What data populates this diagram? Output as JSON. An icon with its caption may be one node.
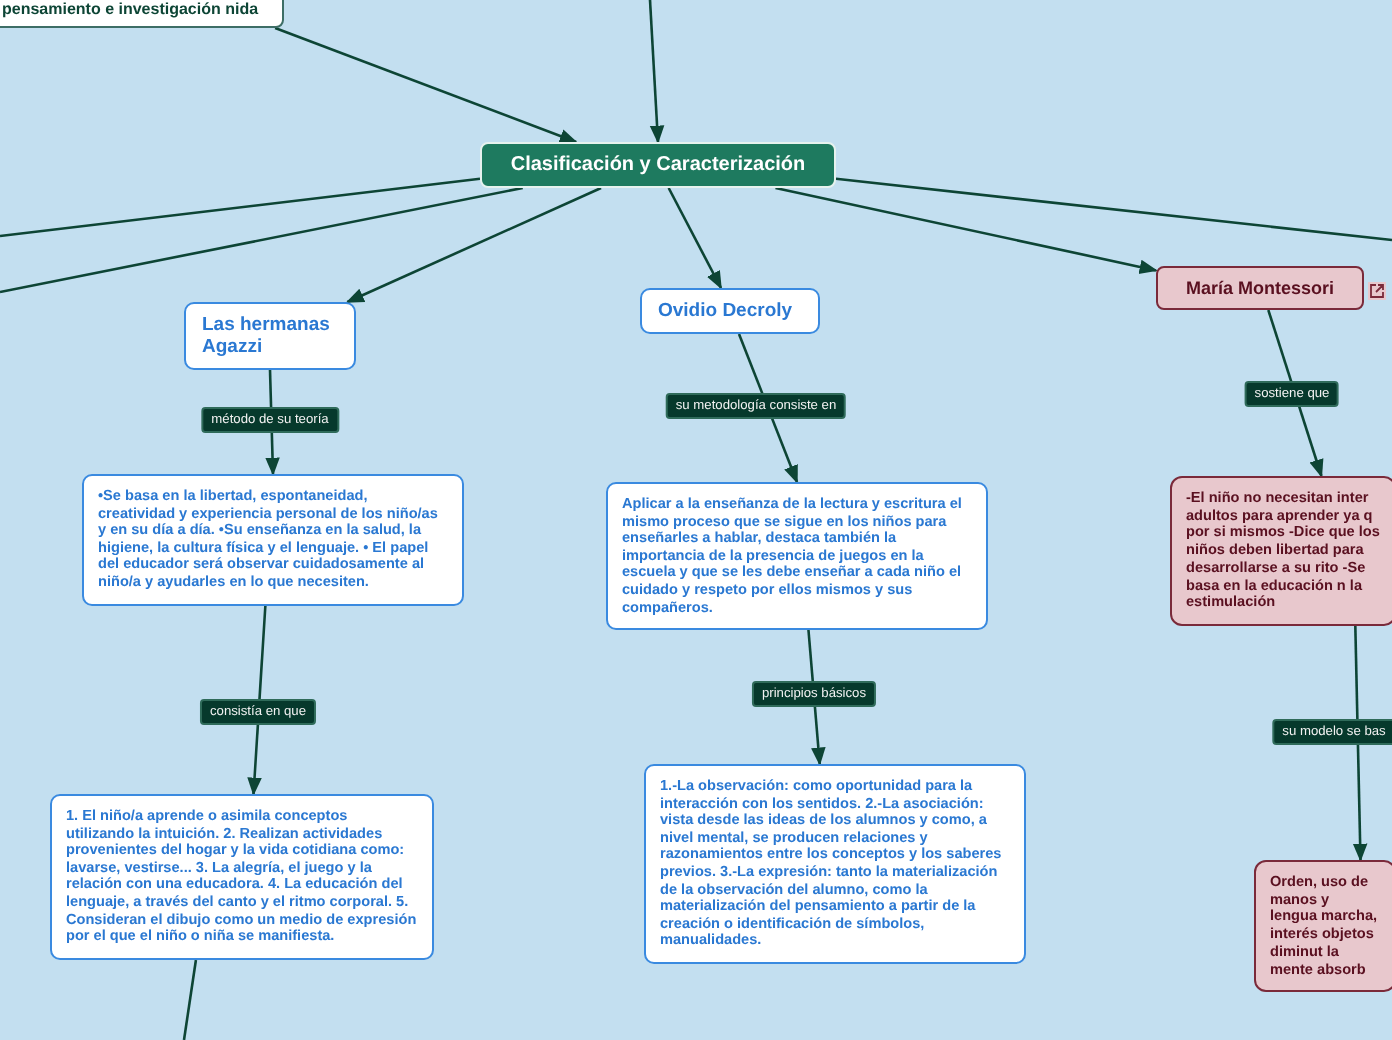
{
  "diagram": {
    "nodes": [
      {
        "text": [
          "pensamiento e investigación nida"
        ]
      },
      {
        "text": [
          "Clasificación y Caracterización"
        ]
      },
      {
        "text": [
          "Las hermanas Agazzi"
        ]
      },
      {
        "text": [
          "•Se basa en la libertad, espontaneidad, creatividad y experiencia personal de los niño/as y en su día a día. •Su enseñanza en la salud, la higiene, la cultura física y el lenguaje. • El papel del educador será observar cuidadosamente al niño/a y ayudarles en lo que necesiten."
        ]
      },
      {
        "text": [
          "1. El niño/a aprende o asimila conceptos utilizando la intuición. 2. Realizan actividades provenientes del hogar y la vida cotidiana como: lavarse, vestirse... 3. La alegría, el juego y la relación con una educadora. 4. La educación del lenguaje, a través del canto y el ritmo corporal. 5. Consideran el dibujo como un medio de expresión por el que el niño o niña se manifiesta."
        ]
      },
      {
        "text": [
          "Ovidio Decroly"
        ]
      },
      {
        "text": [
          "Aplicar a la enseñanza de la lectura y escritura el mismo proceso que se sigue en los niños para enseñarles a hablar, destaca también la importancia de la presencia de juegos en la escuela y que se les debe enseñar a cada niño el cuidado y respeto por ellos mismos y sus compañeros."
        ]
      },
      {
        "text": [
          "1.-La observación: como oportunidad para la interacción con los sentidos. 2.-La asociación: vista desde las ideas de los alumnos y como, a nivel mental, se producen relaciones y razonamientos entre los conceptos y los saberes previos. 3.-La expresión: tanto la materialización de la observación del alumno, como la materialización del pensamiento a partir de la creación o identificación de símbolos, manualidades."
        ]
      },
      {
        "text": [
          "María Montessori"
        ]
      },
      {
        "text": [
          "-El niño no necesitan inter adultos para aprender ya q por si mismos -Dice que los niños deben libertad para desarrollarse a su rito -Se basa en la educación n la estimulación"
        ]
      },
      {
        "text": [
          "Orden, uso de manos y lengua marcha, interés objetos diminut la mente absorb"
        ]
      }
    ],
    "edges": [
      {
        "from": 0,
        "to": 1,
        "arrow": "to"
      },
      {
        "from": null,
        "to": 1,
        "arrow": "to"
      },
      {
        "from": 1,
        "to": null,
        "arrow": "none"
      },
      {
        "from": 1,
        "to": null,
        "arrow": "none"
      },
      {
        "from": 1,
        "to": 2,
        "arrow": "to"
      },
      {
        "from": 1,
        "to": 5,
        "arrow": "to"
      },
      {
        "from": 1,
        "to": 8,
        "arrow": "to"
      },
      {
        "from": 1,
        "to": null,
        "arrow": "none"
      },
      {
        "from": 2,
        "to": 3,
        "arrow": "to",
        "label": "método de su teoría"
      },
      {
        "from": 3,
        "to": 4,
        "arrow": "to",
        "label": "consistía en que"
      },
      {
        "from": 4,
        "to": null,
        "arrow": "none"
      },
      {
        "from": 5,
        "to": 6,
        "arrow": "to",
        "label": "su metodología consiste en"
      },
      {
        "from": 6,
        "to": 7,
        "arrow": "to",
        "label": "principios básicos"
      },
      {
        "from": 8,
        "to": 9,
        "arrow": "to",
        "label": "sostiene que"
      },
      {
        "from": 9,
        "to": 10,
        "arrow": "to",
        "label": "su modelo se bas"
      }
    ]
  }
}
